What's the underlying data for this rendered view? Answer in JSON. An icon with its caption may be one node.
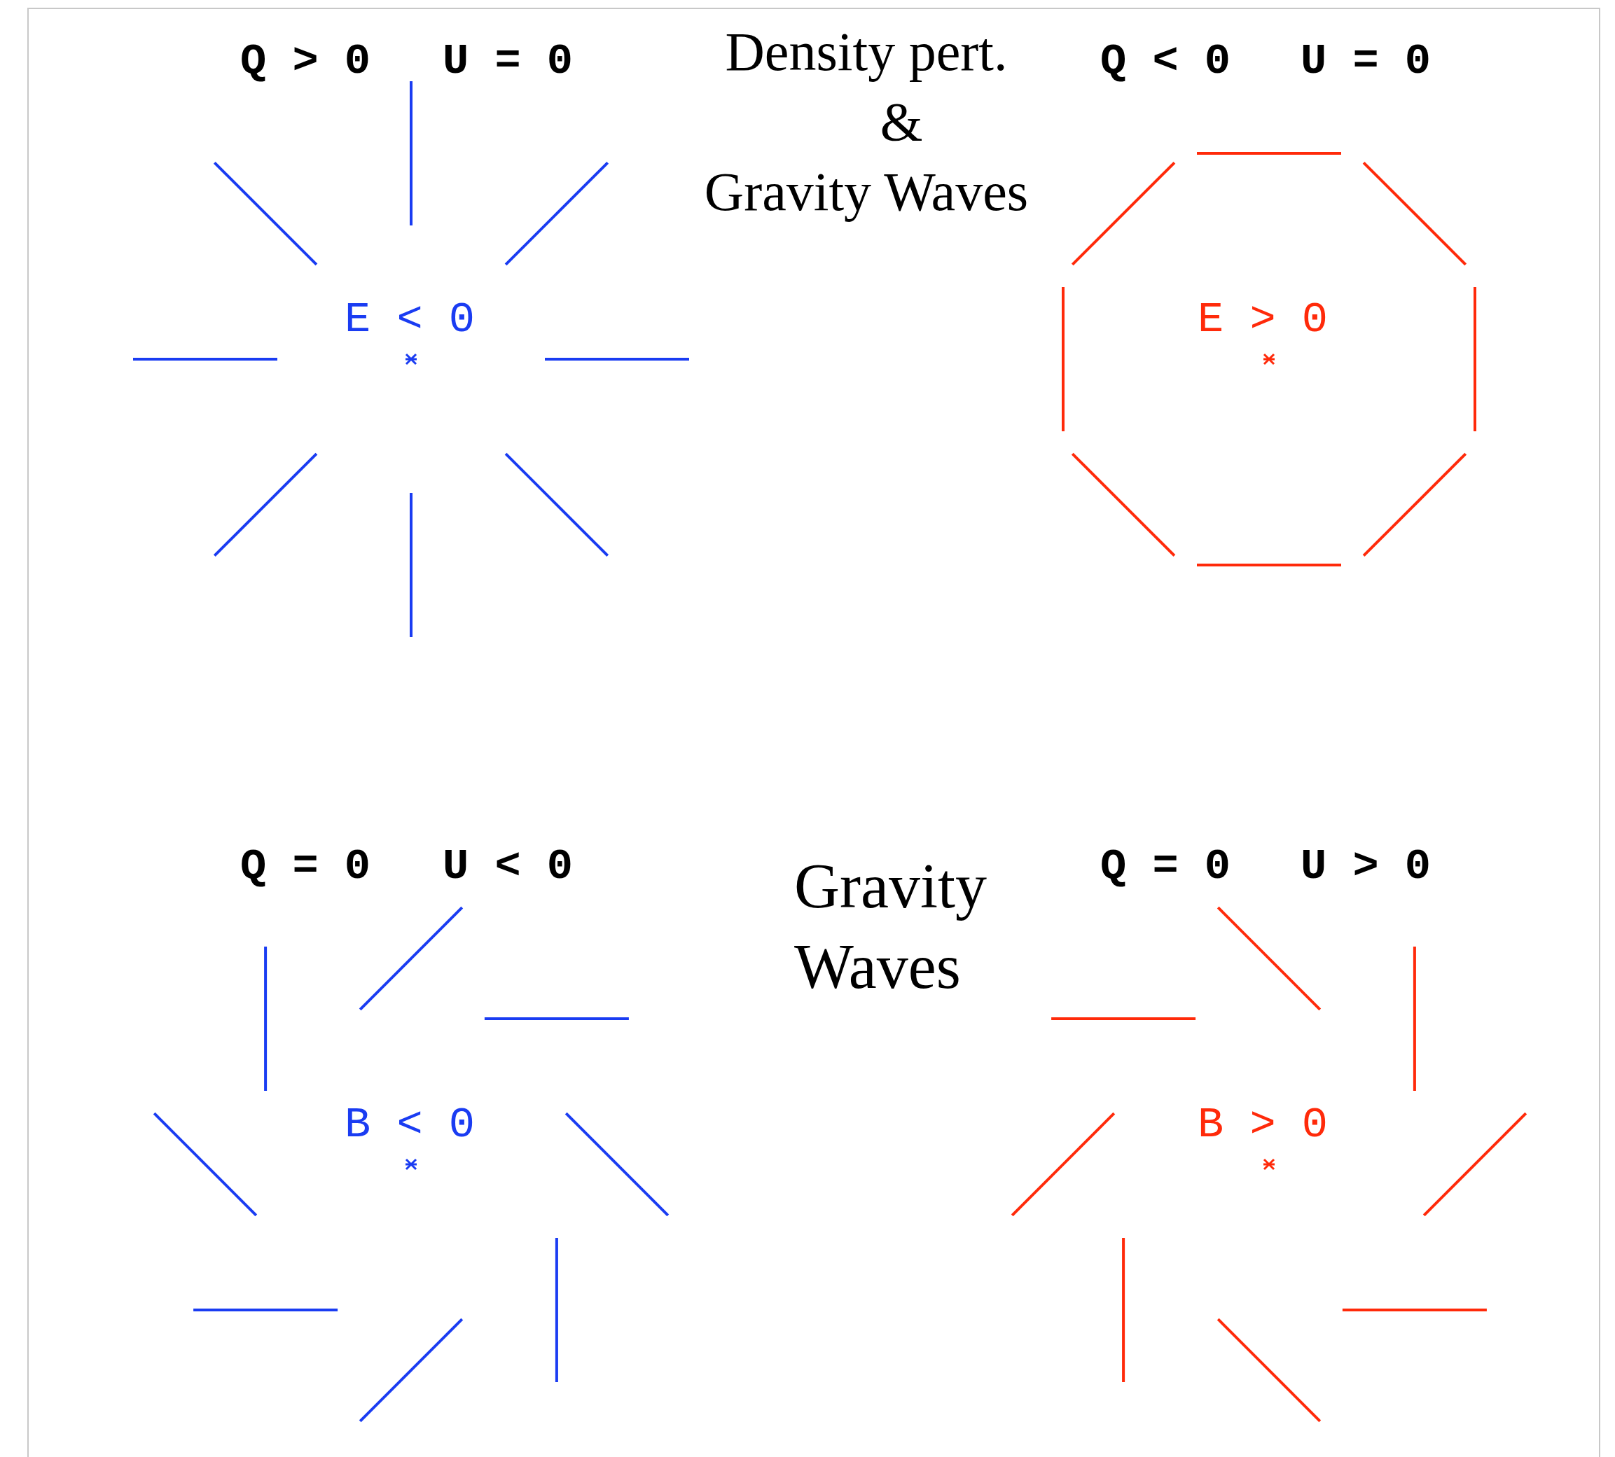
{
  "diagram": {
    "labels": [
      "Q > 0",
      "U = 0",
      "Density pert.",
      "&",
      "Gravity Waves",
      "Q < 0",
      "U = 0",
      "E < 0",
      "E > 0",
      "Q = 0",
      "U < 0",
      "Gravity Waves",
      "Q = 0",
      "U > 0",
      "B < 0",
      "B > 0"
    ]
  }
}
